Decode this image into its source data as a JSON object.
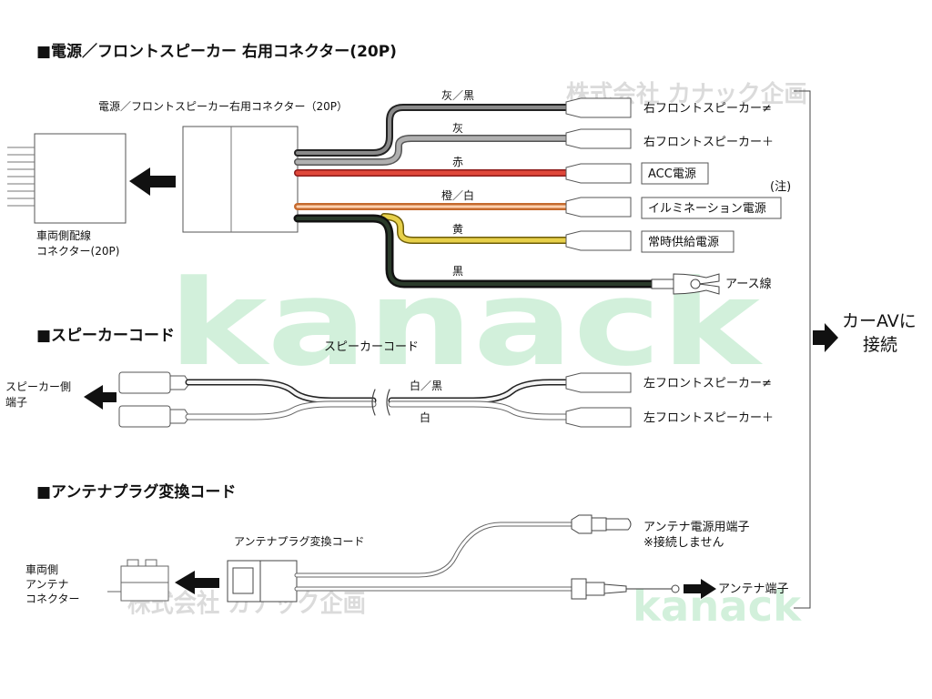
{
  "headings": {
    "power": "■電源／フロントスピーカー 右用コネクター(20P)",
    "speaker": "■スピーカーコード",
    "antenna": "■アンテナプラグ変換コード"
  },
  "watermark": {
    "brand": "kanack",
    "company": "株式会社 カナック企画"
  },
  "power_section": {
    "connector_label": "電源／フロントスピーカー右用コネクター（20P）",
    "vehicle_connector_line1": "車両側配線",
    "vehicle_connector_line2": "コネクター(20P)",
    "note": "(注)",
    "wires": [
      {
        "color_label": "灰／黒",
        "terminal": "右フロントスピーカー≠",
        "wire_color": "#555555"
      },
      {
        "color_label": "灰",
        "terminal": "右フロントスピーカー＋",
        "wire_color": "#a9a9a9"
      },
      {
        "color_label": "赤",
        "terminal": "ACC電源",
        "wire_color": "#e0483b"
      },
      {
        "color_label": "橙／白",
        "terminal": "イルミネーション電源",
        "wire_color": "#f2a06a"
      },
      {
        "color_label": "黄",
        "terminal": "常時供給電源",
        "wire_color": "#e7d04a"
      },
      {
        "color_label": "黒",
        "terminal": "アース線",
        "wire_color": "#1a1a1a"
      }
    ]
  },
  "speaker_section": {
    "cord_label": "スピーカーコード",
    "side_label_line1": "スピーカー側",
    "side_label_line2": "端子",
    "wires": [
      {
        "color_label": "白／黒",
        "terminal": "左フロントスピーカー≠"
      },
      {
        "color_label": "白",
        "terminal": "左フロントスピーカー＋"
      }
    ]
  },
  "antenna_section": {
    "cord_label": "アンテナプラグ変換コード",
    "vehicle_line1": "車両側",
    "vehicle_line2": "アンテナ",
    "vehicle_line3": "コネクター",
    "power_terminal": "アンテナ電源用端子",
    "power_note": "※接続しません",
    "antenna_terminal": "アンテナ端子"
  },
  "car_av": {
    "line1": "カーAVに",
    "line2": "接続"
  }
}
